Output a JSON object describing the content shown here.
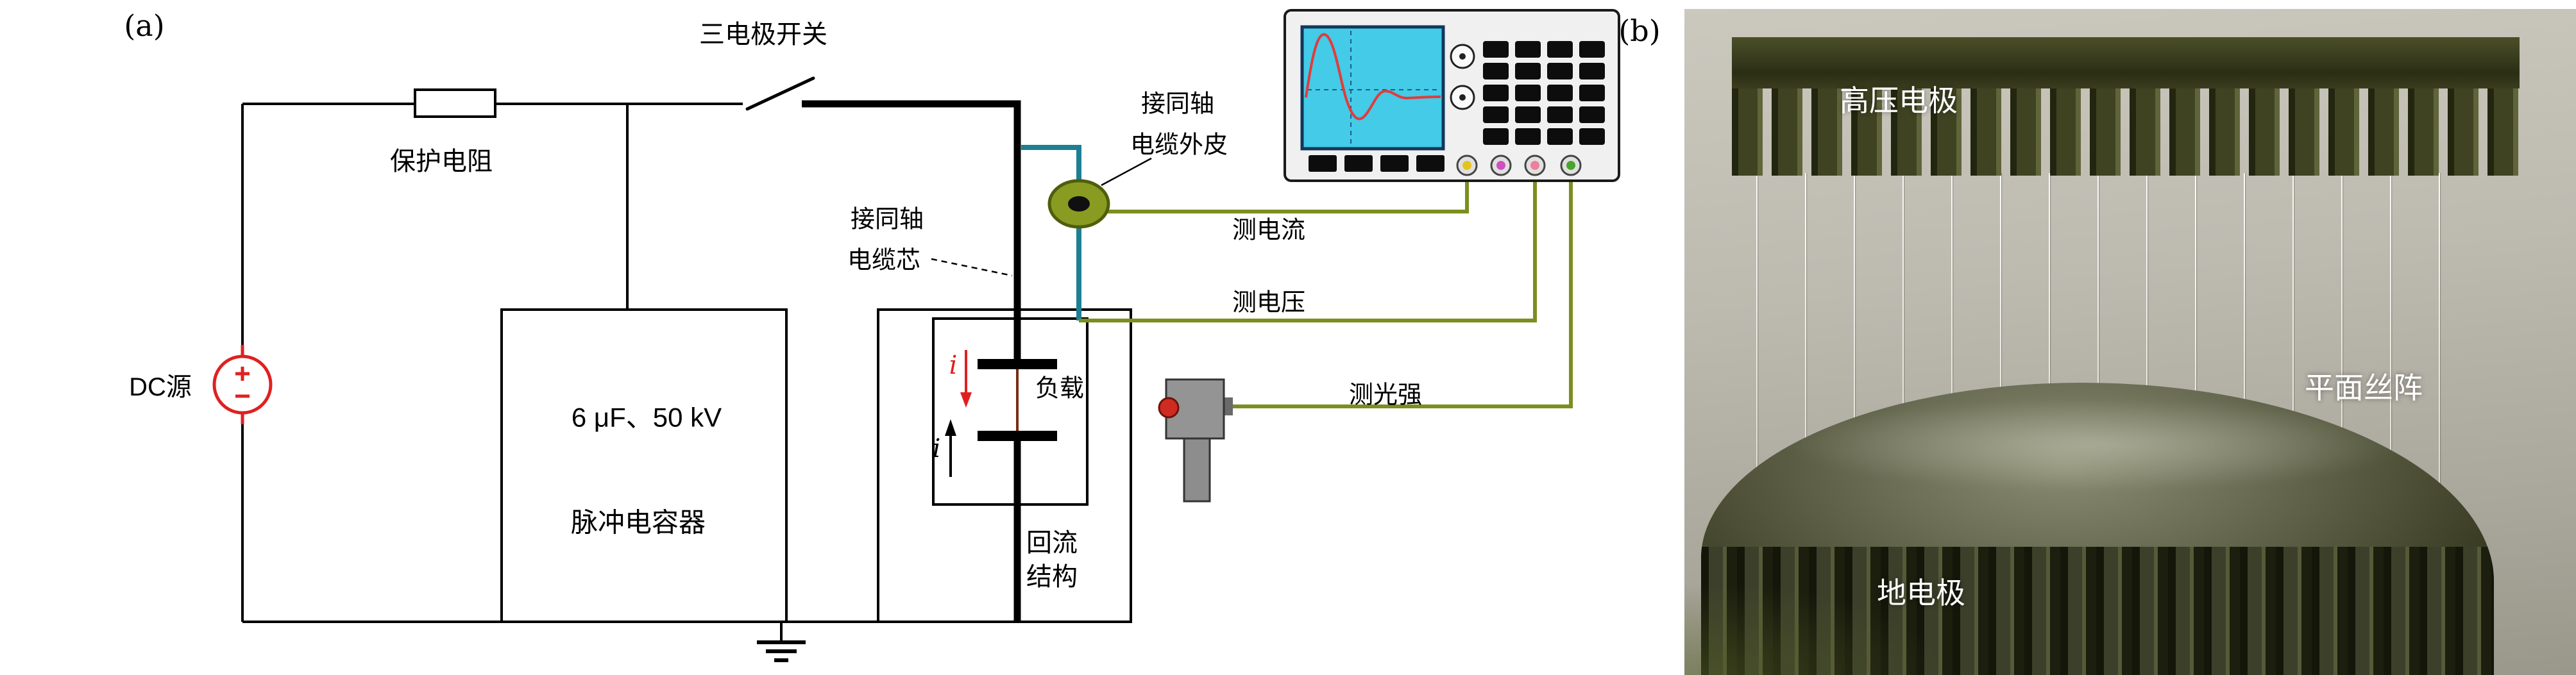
{
  "panel_a": {
    "label": "(a)",
    "dc_source_label": "DC源",
    "protection_resistor_label": "保护电阻",
    "switch_label": "三电极开关",
    "capacitor_line1": "6 μF、50 kV",
    "capacitor_line2": "脉冲电容器",
    "coax_core_line1": "接同轴",
    "coax_core_line2": "电缆芯",
    "coax_sheath_line1": "接同轴",
    "coax_sheath_line2": "电缆外皮",
    "load_label": "负载",
    "load_current_label": "i",
    "return_current_label": "i",
    "return_structure_line1": "回流",
    "return_structure_line2": "结构",
    "measure_current_label": "测电流",
    "measure_voltage_label": "测电压",
    "measure_light_label": "测光强"
  },
  "oscilloscope": {
    "screen_color": "#43cbe8",
    "trace_color": "#e23b3b",
    "connector_colors": [
      "#e6c31c",
      "#cf4fc0",
      "#ef7f9a",
      "#4aa32a"
    ],
    "button_grid": {
      "rows": 5,
      "cols": 4
    }
  },
  "panel_b": {
    "label": "(b)",
    "hv_electrode_label": "高压电极",
    "wire_array_label": "平面丝阵",
    "ground_electrode_label": "地电极",
    "wire_count": 15
  },
  "colors": {
    "measure_line": "#7a8f1f",
    "sheath_line": "#1e7f93",
    "source_red": "#e02020",
    "load_wire": "#7a2e0e"
  }
}
